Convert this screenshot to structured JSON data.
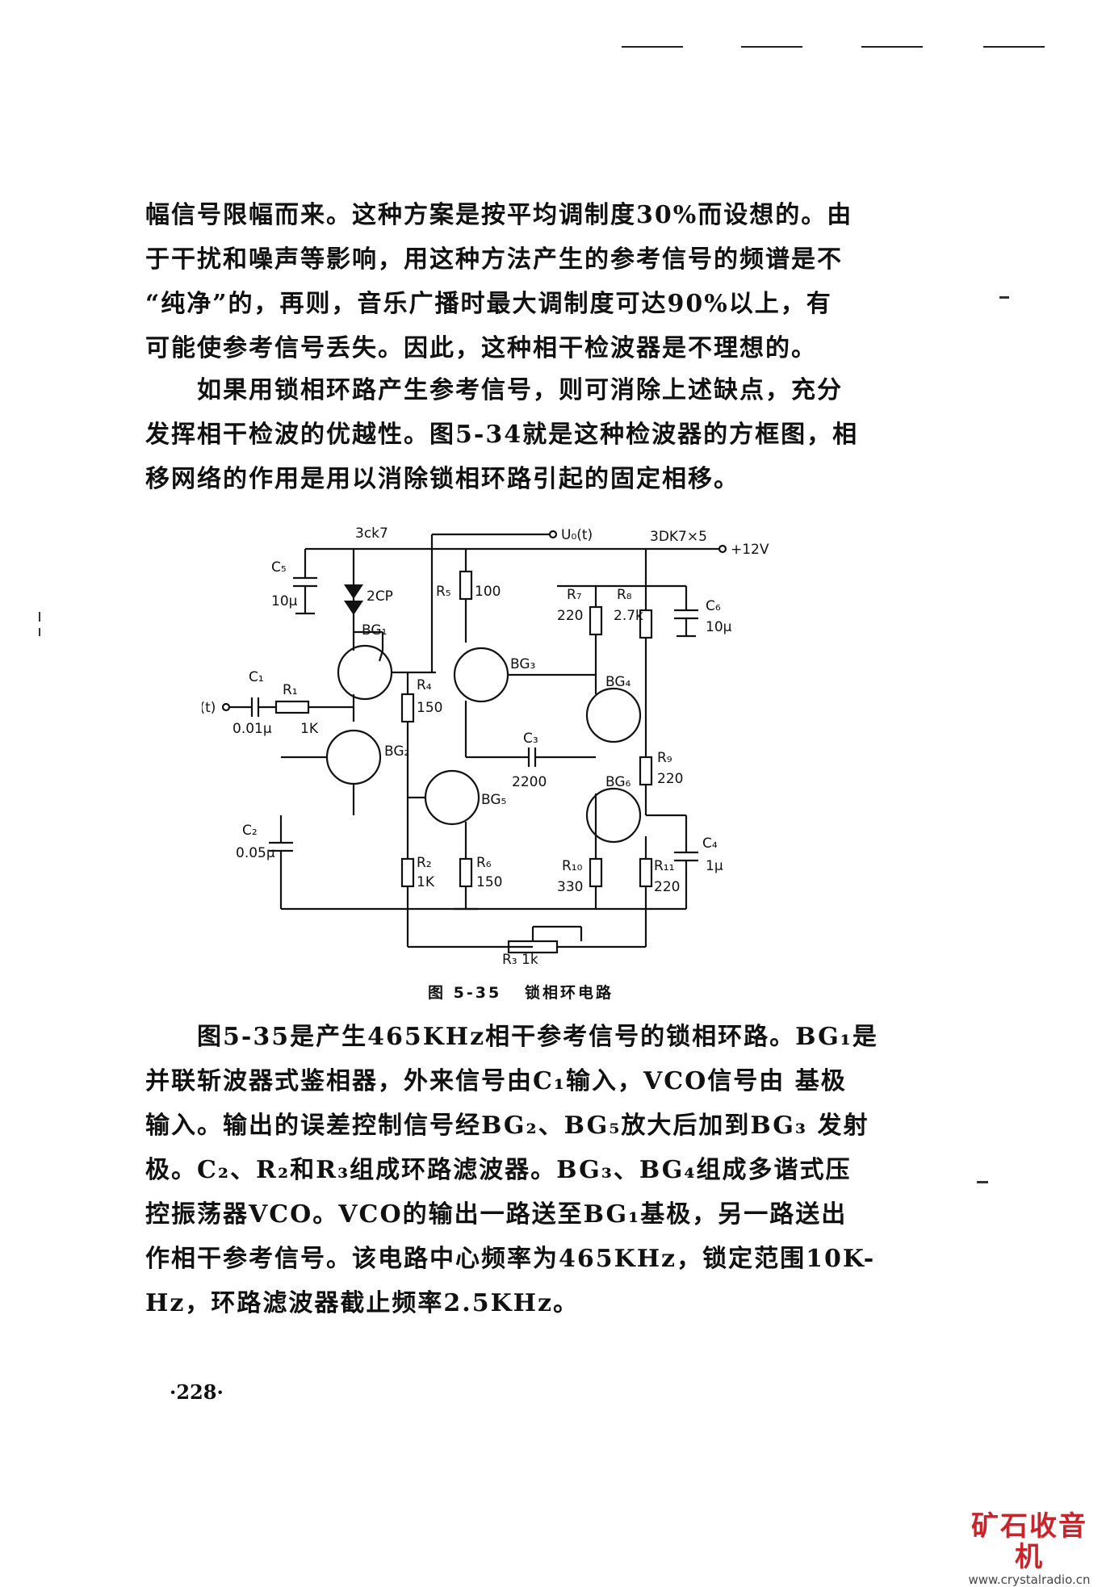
{
  "top_rules": [
    "",
    "",
    "",
    ""
  ],
  "paragraph1": [
    "幅信号限幅而来。这种方案是按平均调制度30%而设想的。由",
    "于干扰和噪声等影响，用这种方法产生的参考信号的频谱是不",
    "“纯净”的，再则，音乐广播时最大调制度可达90%以上，有",
    "可能使参考信号丢失。因此，这种相干检波器是不理想的。"
  ],
  "paragraph2": [
    "　　如果用锁相环路产生参考信号，则可消除上述缺点，充分",
    "发挥相干检波的优越性。图5-34就是这种检波器的方框图，相",
    "移网络的作用是用以消除锁相环路引起的固定相移。"
  ],
  "figure": {
    "labels": {
      "top_transistor": "3ck7",
      "output": "U₀(t)",
      "right_transistors": "3DK7×5",
      "supply": "+12V",
      "c5": "C₅",
      "c5_value": "10μ",
      "diode": "2CP",
      "bg1": "BG₁",
      "r5": "R₅",
      "r5_value": "100",
      "r7": "R₇",
      "r7_value": "220",
      "r8": "R₈",
      "r8_value": "2.7k",
      "c6": "C₆",
      "c6_value": "10μ",
      "c1": "C₁",
      "r1": "R₁",
      "input": "Uᵢ(t)",
      "c1_value": "0.01μ",
      "r1_value": "1K",
      "r4": "R₄",
      "r4_value": "150",
      "bg3": "BG₃",
      "bg4": "BG₄",
      "bg2": "BG₂",
      "c3": "C₃",
      "c3_value": "2200",
      "r9": "R₉",
      "r9_value": "220",
      "bg5": "BG₅",
      "bg6": "BG₆",
      "c2": "C₂",
      "c2_value": "0.05μ",
      "r2": "R₂",
      "r2_value": "1K",
      "r6": "R₆",
      "r6_value": "150",
      "r10": "R₁₀",
      "r10_value": "330",
      "r11": "R₁₁",
      "r11_value": "220",
      "c4": "C₄",
      "c4_value": "1μ",
      "r3": "R₃ 1k"
    },
    "caption": "图 5-35   锁相环电路"
  },
  "paragraph3": [
    "　　图5-35是产生465KHz相干参考信号的锁相环路。BG₁是",
    "并联斩波器式鉴相器，外来信号由C₁输入，VCO信号由 基极",
    "输入。输出的误差控制信号经BG₂、BG₅放大后加到BG₃ 发射",
    "极。C₂、R₂和R₃组成环路滤波器。BG₃、BG₄组成多谐式压",
    "控振荡器VCO。VCO的输出一路送至BG₁基极，另一路送出",
    "作相干参考信号。该电路中心频率为465KHz，锁定范围10K-",
    "Hz，环路滤波器截止频率2.5KHz。"
  ],
  "page_number": "·228·",
  "watermark": {
    "title": "矿石收音机",
    "url": "www.crystalradio.cn",
    "color": "#c8242b"
  }
}
